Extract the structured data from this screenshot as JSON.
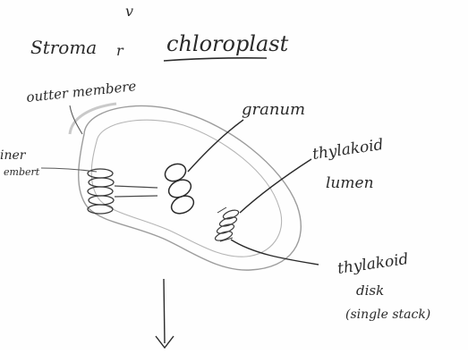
{
  "colors": {
    "ink": "#2a2a2a",
    "pencil": "#7a7a7a",
    "faint": "#b5b5b5",
    "paper": "#fefefe"
  },
  "labels": {
    "top_mark": "v",
    "stroma": "Stroma",
    "arrow_word": "r",
    "title": "chloroplast",
    "outer_membrane": "outter membere",
    "inner_membrane_line1": "iner",
    "inner_membrane_line2": "embert",
    "granum": "granum",
    "lumen_line1": "thylakoid",
    "lumen_line2": "lumen",
    "disc_line1": "thylakoid",
    "disc_line2": "disk",
    "disc_line3": "(single stack)"
  }
}
